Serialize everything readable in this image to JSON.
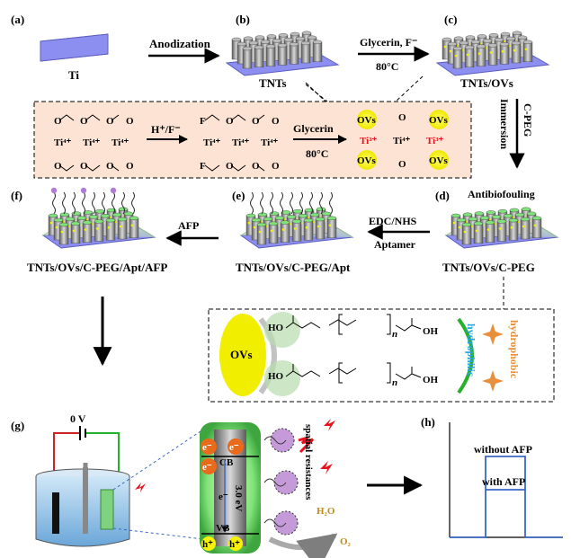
{
  "panels": {
    "a": {
      "tag": "(a)",
      "caption": "Ti"
    },
    "b": {
      "tag": "(b)",
      "caption": "TNTs"
    },
    "c": {
      "tag": "(c)",
      "caption": "TNTs/OVs"
    },
    "d": {
      "tag": "(d)",
      "caption": "TNTs/OVs/C-PEG",
      "top": "Antibiofouling"
    },
    "e": {
      "tag": "(e)",
      "caption": "TNTs/OVs/C-PEG/Apt"
    },
    "f": {
      "tag": "(f)",
      "caption": "TNTs/OVs/C-PEG/Apt/AFP"
    },
    "g": {
      "tag": "(g)"
    },
    "h": {
      "tag": "(h)"
    }
  },
  "arrows": {
    "anodization": "Anodization",
    "glycerin_f": "Glycerin, F⁻",
    "temp1": "80°C",
    "c_peg": "C-PEG",
    "immersion": "Immersion",
    "edc": "EDC/NHS",
    "aptamer": "Aptamer",
    "afp": "AFP"
  },
  "mechanism": {
    "ti4": "Ti⁴⁺",
    "ti3": "Ti³⁺",
    "o": "O",
    "f": "F",
    "hf": "H⁺/F⁻",
    "glycerin": "Glycerin",
    "temp": "80°C",
    "ovs": "OVs"
  },
  "peg_box": {
    "ovs": "OVs",
    "oh": "OH",
    "ho": "HO",
    "n": "n",
    "hydrophilic": "hydrophilic",
    "hydrophobic": "hydrophobic"
  },
  "cell": {
    "voltage": "0 V",
    "e": "e⁻",
    "h": "h⁺",
    "cb": "CB",
    "vb": "VB",
    "gap": "3.0 eV",
    "spatial": "spatial resistances",
    "h2o": "H₂O",
    "o2": "O₂"
  },
  "plot": {
    "without": "without AFP",
    "with": "with AFP"
  },
  "colors": {
    "substrate": "#8d8ff0",
    "box_fill": "#fde3d3",
    "ovs_yellow": "#f6f200",
    "red_text": "#e8101a",
    "plot_blue": "#3a67c6",
    "hydrophilic": "#27a8e0",
    "hydrophobic": "#e8903c"
  }
}
